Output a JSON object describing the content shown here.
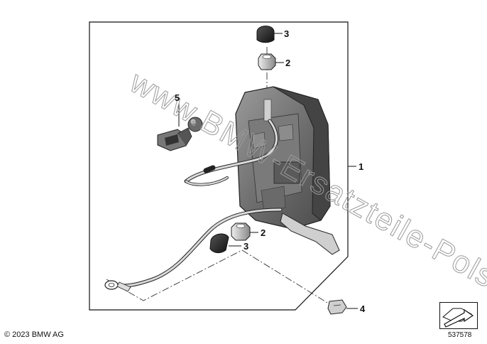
{
  "callouts": [
    {
      "label": "3"
    },
    {
      "label": "2"
    },
    {
      "label": "5"
    },
    {
      "label": "1"
    },
    {
      "label": "2"
    },
    {
      "label": "3"
    },
    {
      "label": "4"
    }
  ],
  "watermark": "www.BMW-Ersatzteile-Polska.pl",
  "copyright": "© 2023 BMW AG",
  "diagram_number": "537578",
  "icons": {
    "nav": "arrow-next-diagram-icon"
  }
}
